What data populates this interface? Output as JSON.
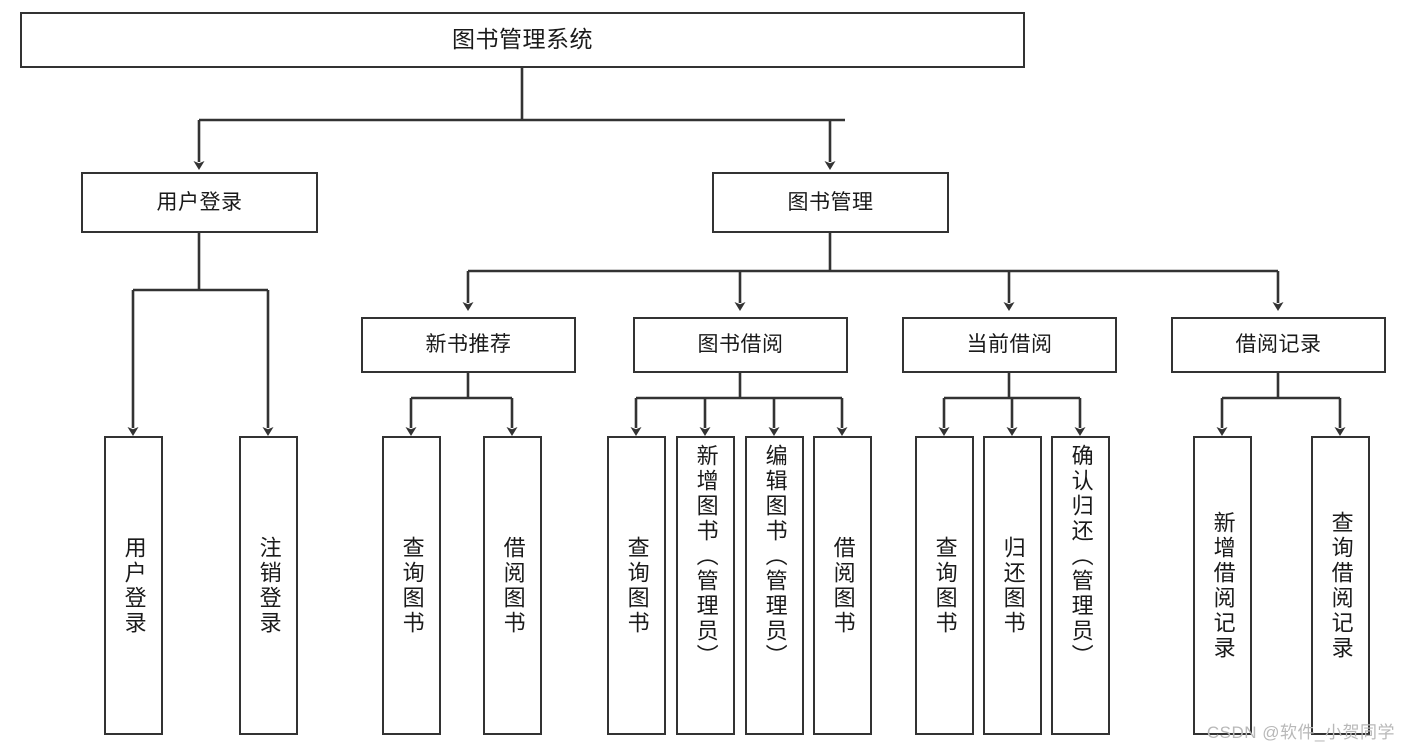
{
  "diagram": {
    "type": "tree",
    "title": "图书管理系统",
    "orientation": "top-down",
    "colors": {
      "node_border": "#333333",
      "node_fill": "#ffffff",
      "edge": "#333333",
      "text": "#1a1a1a",
      "watermark": "#b8b8b8"
    }
  },
  "root": {
    "label": "图书管理系统"
  },
  "level2": [
    {
      "label": "用户登录"
    },
    {
      "label": "图书管理"
    }
  ],
  "level3": [
    {
      "label": "新书推荐"
    },
    {
      "label": "图书借阅"
    },
    {
      "label": "当前借阅"
    },
    {
      "label": "借阅记录"
    }
  ],
  "leaves": {
    "user_login": [
      {
        "label": "用户登录"
      },
      {
        "label": "注销登录"
      }
    ],
    "new_book": [
      {
        "label": "查询图书"
      },
      {
        "label": "借阅图书"
      }
    ],
    "book_borrow": [
      {
        "label": "查询图书"
      },
      {
        "label": "新增图书（管理员）"
      },
      {
        "label": "编辑图书（管理员）"
      },
      {
        "label": "借阅图书"
      }
    ],
    "current_borrow": [
      {
        "label": "查询图书"
      },
      {
        "label": "归还图书"
      },
      {
        "label": "确认归还（管理员）"
      }
    ],
    "borrow_record": [
      {
        "label": "新增借阅记录"
      },
      {
        "label": "查询借阅记录"
      }
    ]
  },
  "watermark": {
    "text": "CSDN @软件_小贺同学"
  }
}
